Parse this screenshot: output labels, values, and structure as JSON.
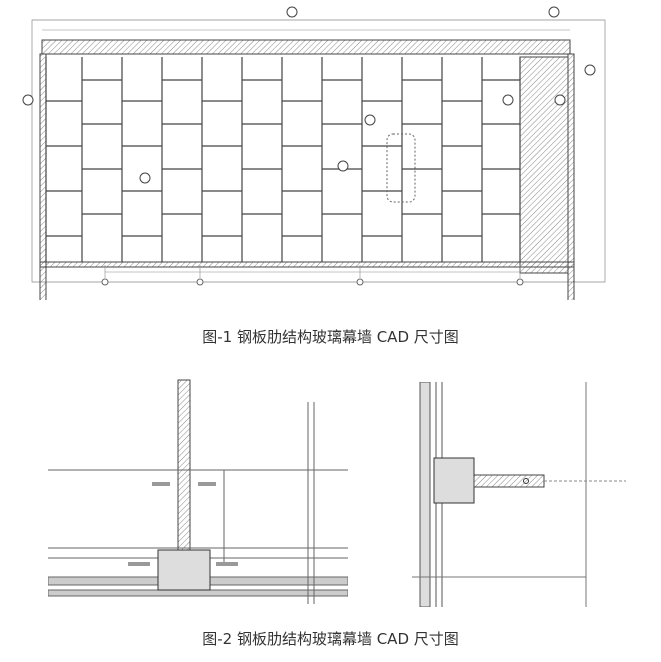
{
  "figures": [
    {
      "caption": "图-1 钢板肋结构玻璃幕墙 CAD 尺寸图",
      "type": "elevation-drawing"
    },
    {
      "caption": "图-2 钢板肋结构玻璃幕墙 CAD 尺寸图",
      "type": "section-details"
    }
  ],
  "colors": {
    "line": "#555555",
    "hatch": "#999999",
    "caption": "#333333"
  }
}
